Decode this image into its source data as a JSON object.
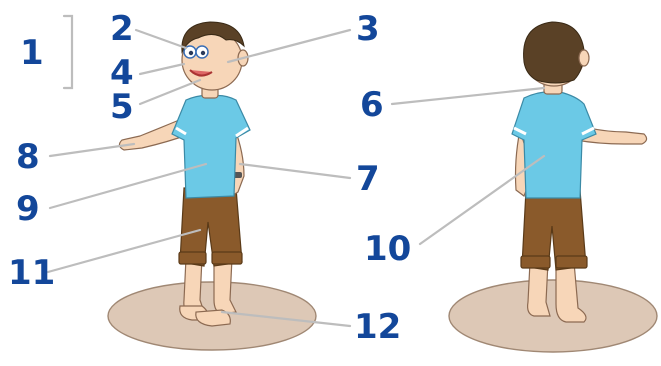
{
  "labels": {
    "l1": "1",
    "l2": "2",
    "l3": "3",
    "l4": "4",
    "l5": "5",
    "l6": "6",
    "l7": "7",
    "l8": "8",
    "l9": "9",
    "l10": "10",
    "l11": "11",
    "l12": "12"
  },
  "colors": {
    "label": "#13479a",
    "leader": "#bdbdbd",
    "shirt": "#6bc9e6",
    "shorts": "#8a5a2b",
    "skin": "#f7d6b8",
    "hair": "#5a4126",
    "floor_pad": "#ddc8b6"
  }
}
